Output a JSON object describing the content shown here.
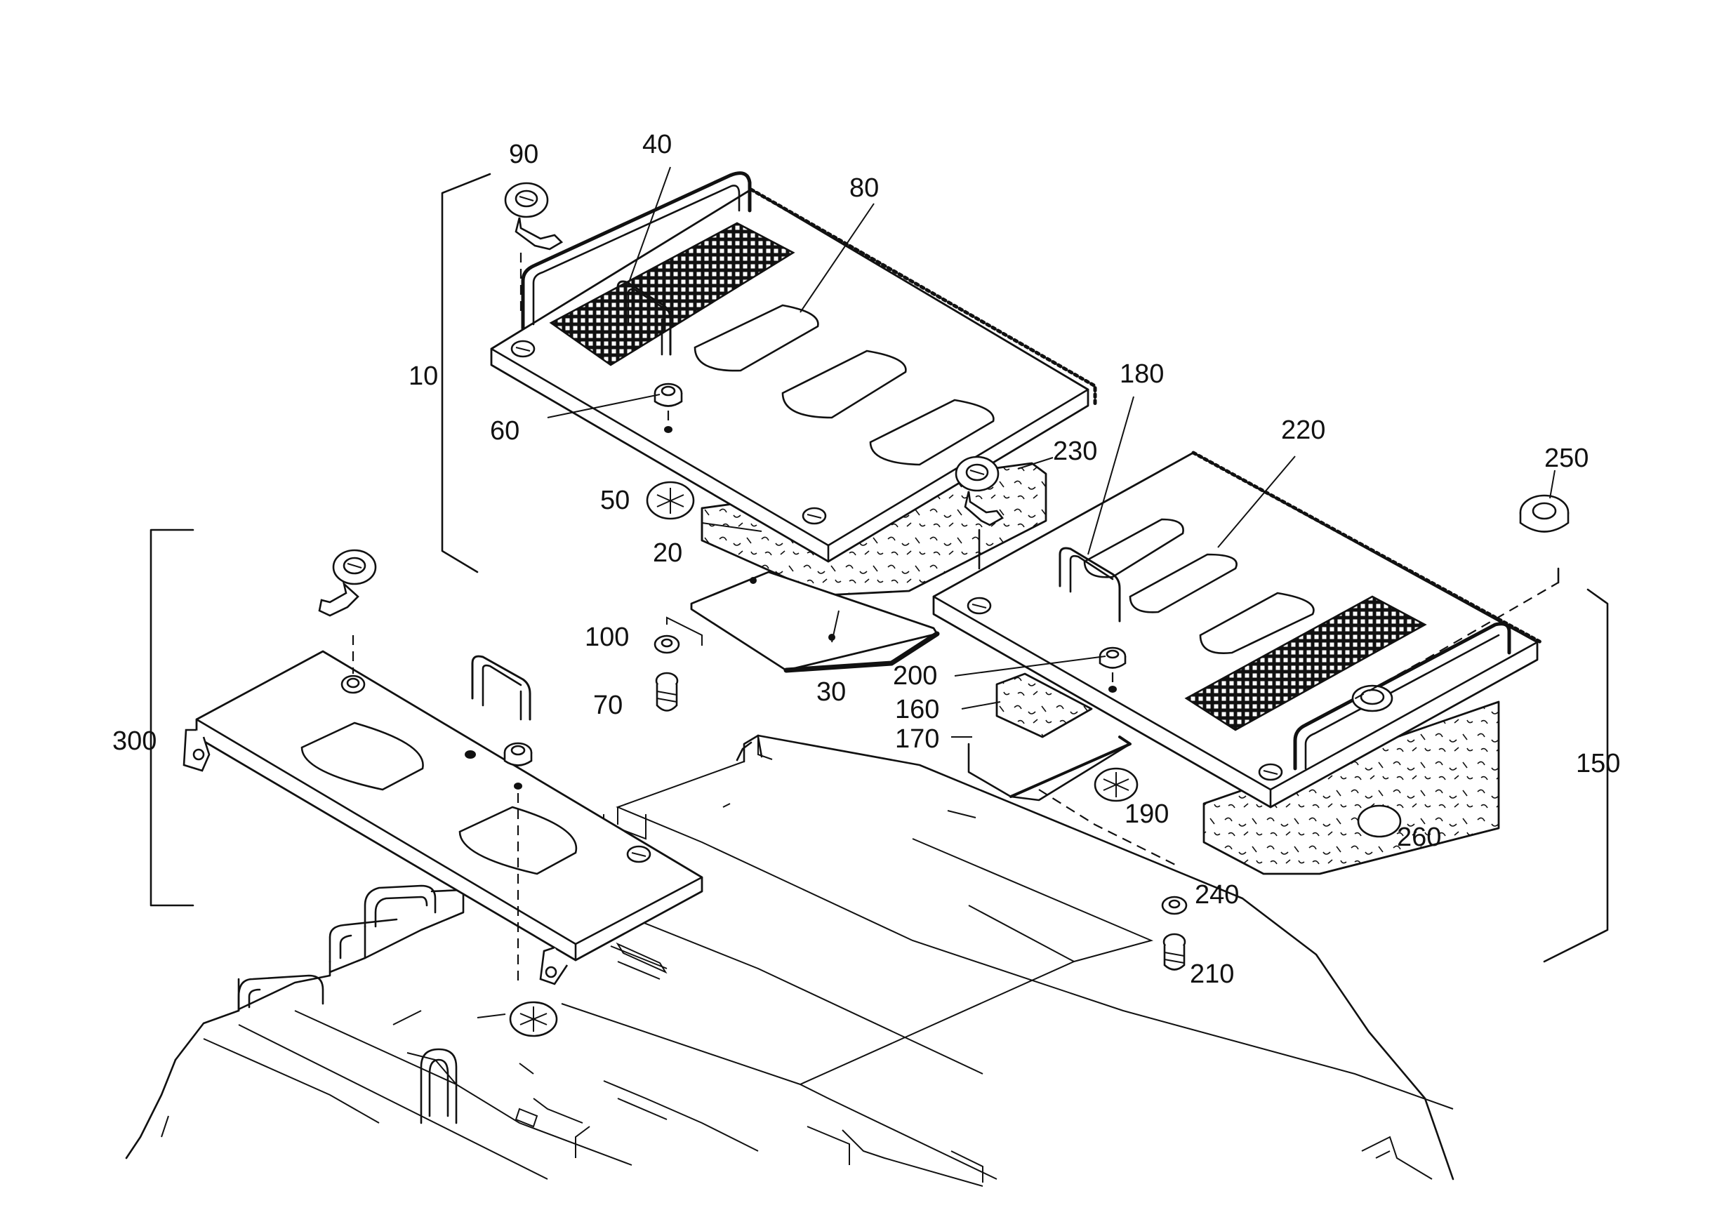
{
  "diagram": {
    "callouts": [
      "90",
      "40",
      "80",
      "10",
      "60",
      "50",
      "20",
      "230",
      "180",
      "220",
      "250",
      "100",
      "70",
      "30",
      "200",
      "160",
      "170",
      "190",
      "300",
      "150",
      "260",
      "240",
      "210"
    ],
    "icons": {
      "grille": "mesh-grille-icon",
      "latch": "quarter-turn-latch-icon",
      "grommet": "grommet-icon",
      "screw": "screw-icon",
      "handle": "handle-icon"
    }
  }
}
